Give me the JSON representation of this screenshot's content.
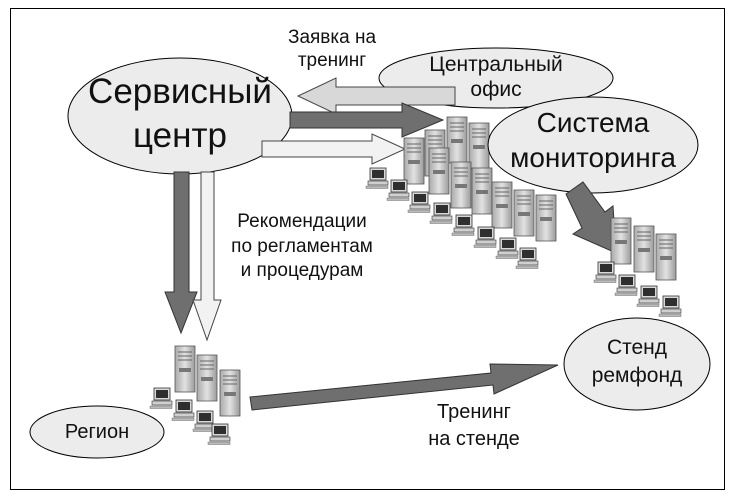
{
  "nodes": {
    "service_center": "Сервисный\nцентр",
    "central_office": "Центральный\nофис",
    "monitoring": "Система\nмониторинга",
    "region": "Регион",
    "stand": "Стенд\nремфонд"
  },
  "edge_labels": {
    "training_request": "Заявка на\nтренинг",
    "recommendations": "Рекомендации\nпо регламентам\nи процедурам",
    "stand_training": "Тренинг\nна стенде"
  },
  "colors": {
    "ellipse_fill": "#ececec",
    "arrow_dark": "#6f6f6f",
    "arrow_light": "#f2f2f2",
    "outline": "#000000"
  }
}
